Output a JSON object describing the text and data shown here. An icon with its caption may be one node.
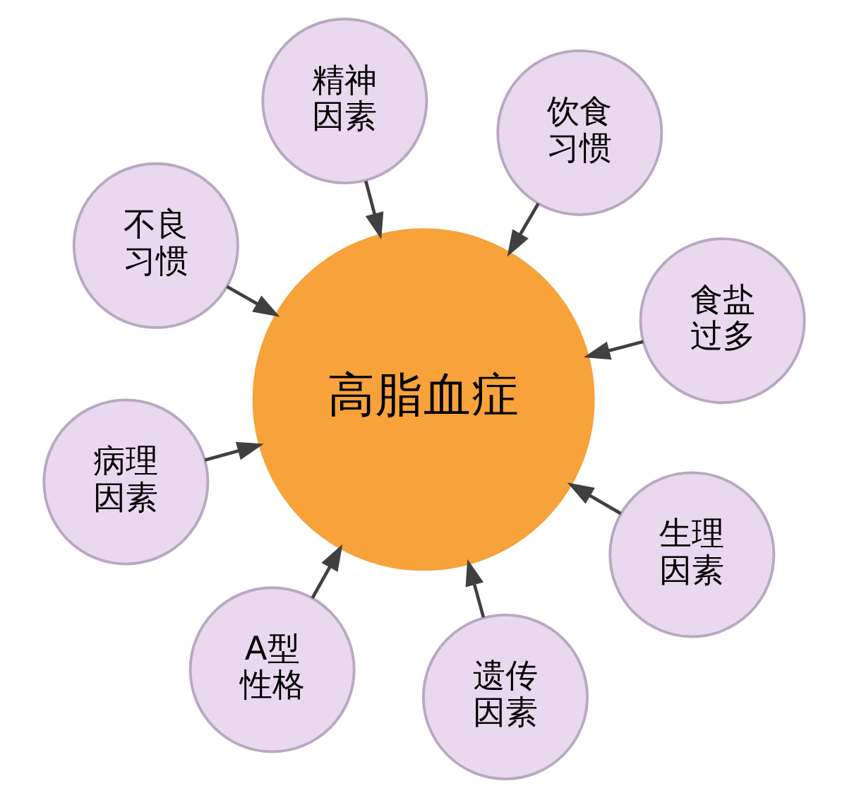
{
  "diagram": {
    "nodes": [
      {
        "text": [
          "高脂血症"
        ]
      },
      {
        "text": [
          "食盐过多"
        ]
      },
      {
        "text": [
          "A型性格"
        ]
      },
      {
        "text": [
          "不良习惯"
        ]
      },
      {
        "text": [
          "饮食习惯"
        ]
      },
      {
        "text": [
          "精神因素"
        ]
      },
      {
        "text": [
          "病理因素"
        ]
      },
      {
        "text": [
          "生理因素"
        ]
      },
      {
        "text": [
          "遗传因素"
        ]
      }
    ],
    "edges": [
      {
        "from": 1,
        "to": 0,
        "arrow": "to"
      },
      {
        "from": 2,
        "to": 0,
        "arrow": "to"
      },
      {
        "from": 3,
        "to": 0,
        "arrow": "to"
      },
      {
        "from": 4,
        "to": 0,
        "arrow": "to"
      },
      {
        "from": 5,
        "to": 0,
        "arrow": "to"
      },
      {
        "from": 6,
        "to": 0,
        "arrow": "to"
      },
      {
        "from": 7,
        "to": 0,
        "arrow": "to"
      },
      {
        "from": 8,
        "to": 0,
        "arrow": "to"
      }
    ]
  }
}
